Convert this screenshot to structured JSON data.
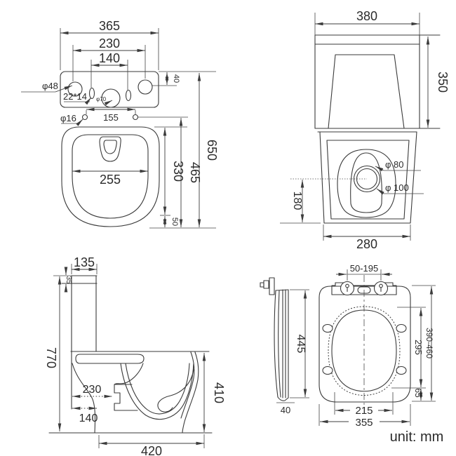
{
  "unit_note": "unit: mm",
  "top_view": {
    "overall_width": "365",
    "hole_spacing": "230",
    "slot_spacing": "140",
    "side_hole_dia": "φ48",
    "slot_size": "22*14",
    "center_hole_dia": "φ70",
    "top_offset": "40",
    "fix_hole_dia": "φ16",
    "fix_hole_spacing": "155",
    "inner_width": "255",
    "bowl_length": "330",
    "rear_offset": "50",
    "length_to_fix_holes": "465",
    "overall_length": "650"
  },
  "rear_view": {
    "width": "380",
    "tank_height": "350",
    "outlet_inner_dia": "φ 80",
    "outlet_outer_dia": "φ 100",
    "outlet_height": "180",
    "base_width": "280"
  },
  "side_view": {
    "tank_depth": "135",
    "lid_height": "35",
    "overall_height": "770",
    "outlet_offset_long": "230",
    "outlet_offset_short": "140",
    "bowl_height": "410",
    "base_depth": "420"
  },
  "seat_view": {
    "hinge_range": "50-195",
    "side_height": "445",
    "side_thickness": "40",
    "opening_length": "295",
    "length_range": "390-460",
    "front_edge": "65",
    "inner_width": "215",
    "outer_width": "355"
  }
}
